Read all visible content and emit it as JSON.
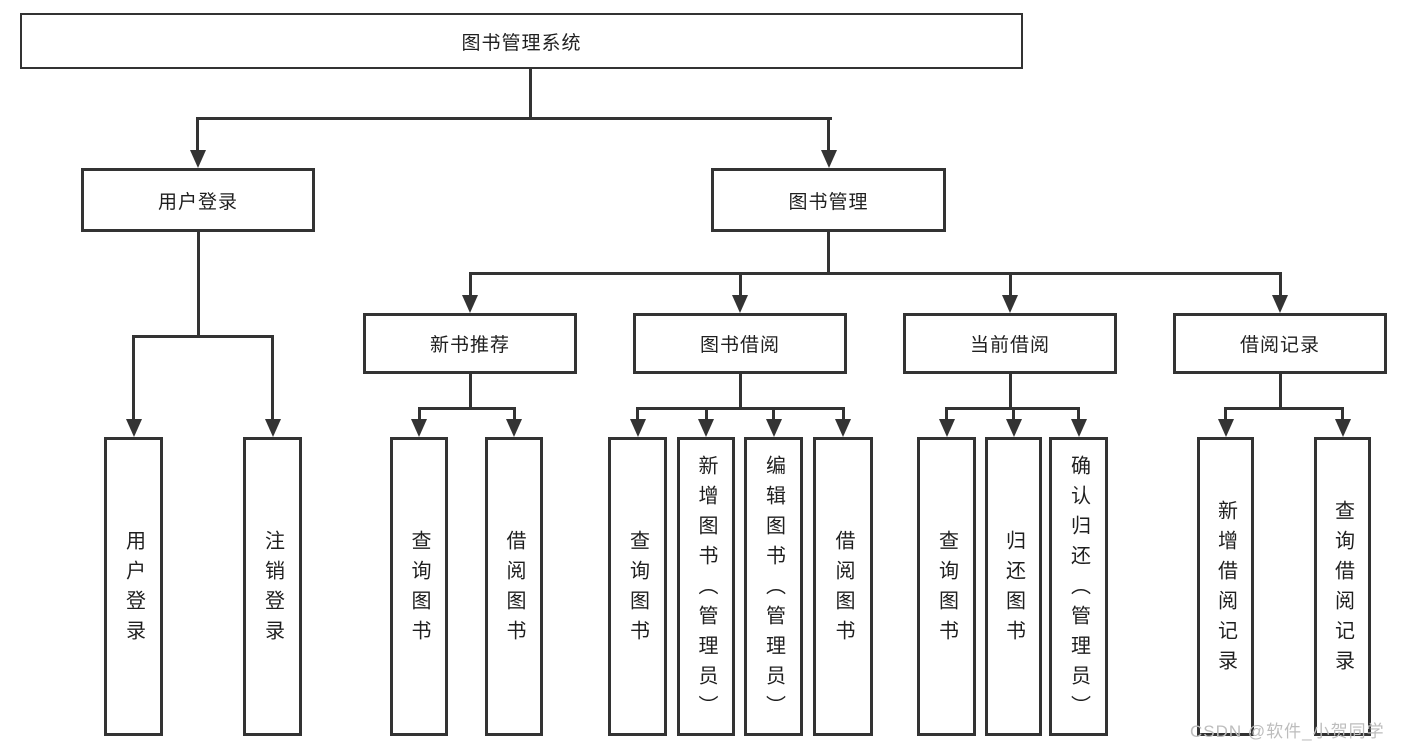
{
  "diagram_title": "图书管理系统",
  "watermark": "CSDN @软件_小贺同学",
  "colors": {
    "line": "#333333",
    "text": "#1f1f1f",
    "background": "#ffffff",
    "watermark": "#bdbdbd"
  },
  "tree": {
    "label": "图书管理系统",
    "children": [
      {
        "label": "用户登录",
        "children": [
          {
            "label": "用户登录"
          },
          {
            "label": "注销登录"
          }
        ]
      },
      {
        "label": "图书管理",
        "children": [
          {
            "label": "新书推荐",
            "children": [
              {
                "label": "查询图书"
              },
              {
                "label": "借阅图书"
              }
            ]
          },
          {
            "label": "图书借阅",
            "children": [
              {
                "label": "查询图书"
              },
              {
                "label": "新增图书（管理员）"
              },
              {
                "label": "编辑图书（管理员）"
              },
              {
                "label": "借阅图书"
              }
            ]
          },
          {
            "label": "当前借阅",
            "children": [
              {
                "label": "查询图书"
              },
              {
                "label": "归还图书"
              },
              {
                "label": "确认归还（管理员）"
              }
            ]
          },
          {
            "label": "借阅记录",
            "children": [
              {
                "label": "新增借阅记录"
              },
              {
                "label": "查询借阅记录"
              }
            ]
          }
        ]
      }
    ]
  }
}
